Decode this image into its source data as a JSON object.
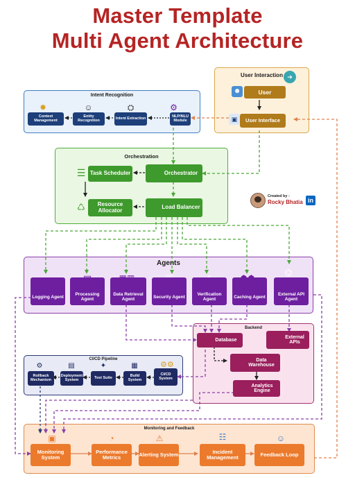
{
  "title": {
    "line1": "Master Template",
    "line2": "Multi Agent Architecture"
  },
  "user_interaction": {
    "heading": "User Interaction",
    "user": "User",
    "interface": "User Interface"
  },
  "intent_recognition": {
    "heading": "Intent Recognition",
    "boxes": [
      "Context Management",
      "Entity Recognition",
      "Intent Extraction",
      "NLP/NLU Module"
    ]
  },
  "orchestration": {
    "heading": "Orchestration",
    "task_scheduler": "Task Scheduler",
    "orchestrator": "Orchestrator",
    "resource_allocator": "Resource Allocator",
    "load_balancer": "Load Balancer"
  },
  "credit": {
    "label": "Created by :",
    "name": "Rocky Bhatia",
    "badge": "in"
  },
  "agents": {
    "heading": "Agents",
    "items": [
      "Logging Agent",
      "Processing Agent",
      "Data Retrieval Agent",
      "Security Agent",
      "Verification Agent",
      "Caching Agent",
      "External API Agent"
    ]
  },
  "backend": {
    "heading": "Backend",
    "database": "Database",
    "external_apis": "External APIs",
    "data_warehouse": "Data Warehouse",
    "analytics_engine": "Analytics Engine"
  },
  "cicd": {
    "heading": "CI/CD Pipeline",
    "items": [
      "Rollback Mechanism",
      "Deployment System",
      "Test Suite",
      "Build System",
      "CI/CD System"
    ]
  },
  "monitoring": {
    "heading": "Monitoring and Feedback",
    "items": [
      "Monitoring System",
      "Performance Metrics",
      "Alerting System",
      "Incident Management",
      "Feedback Loop"
    ]
  },
  "colors": {
    "title": "#b52424",
    "user": "#b07b1a",
    "intent": "#1d3f7a",
    "orchestration": "#3e9a2c",
    "agents": "#6e1fa0",
    "backend": "#9a1f5c",
    "cicd": "#1f2a63",
    "monitoring": "#ec7a2c"
  }
}
